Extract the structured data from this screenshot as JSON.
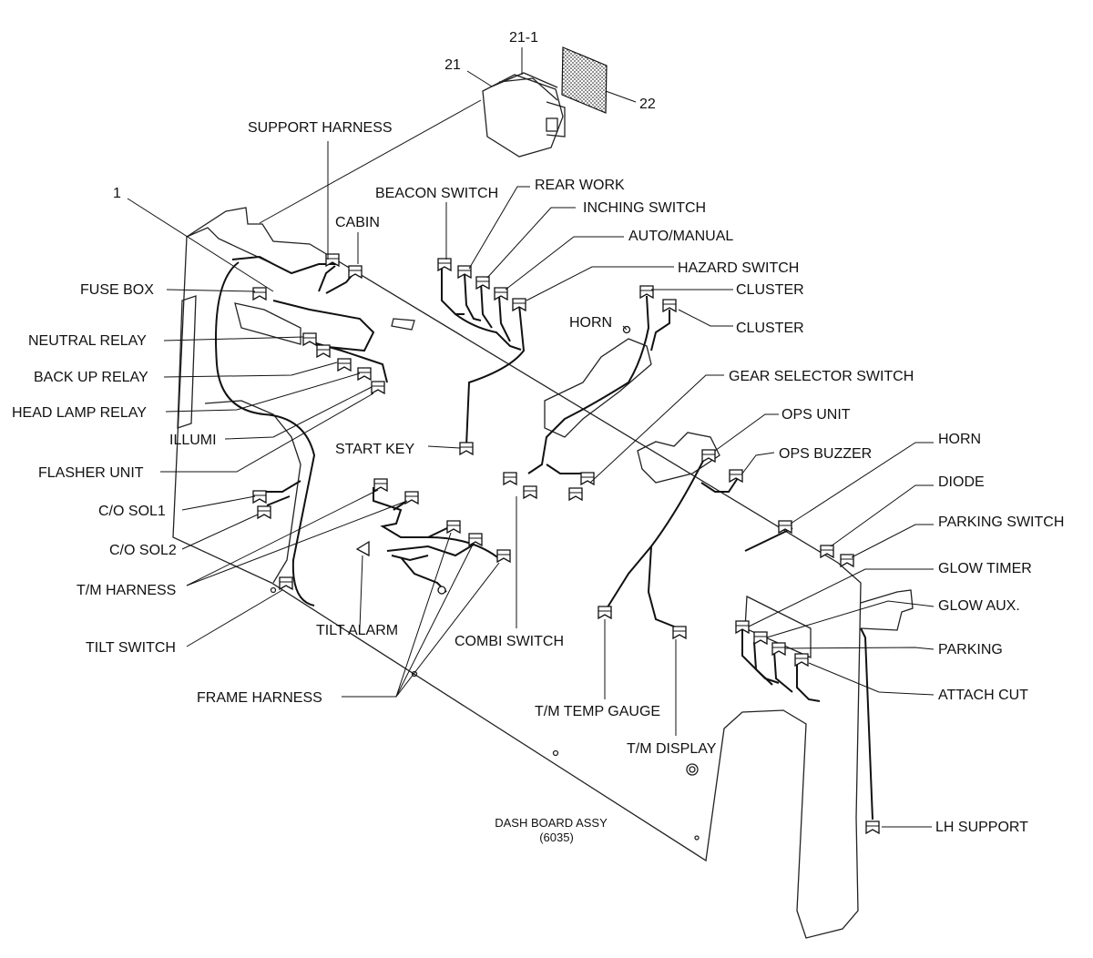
{
  "labels": {
    "part_21_1": "21-1",
    "part_21": "21",
    "part_22": "22",
    "part_1": "1",
    "support_harness": "SUPPORT HARNESS",
    "cabin": "CABIN",
    "beacon_switch": "BEACON SWITCH",
    "rear_work": "REAR WORK",
    "inching_switch": "INCHING SWITCH",
    "auto_manual": "AUTO/MANUAL",
    "hazard_switch": "HAZARD SWITCH",
    "cluster_1": "CLUSTER",
    "cluster_2": "CLUSTER",
    "horn_top": "HORN",
    "fuse_box": "FUSE BOX",
    "neutral_relay": "NEUTRAL RELAY",
    "back_up_relay": "BACK UP RELAY",
    "head_lamp_relay": "HEAD LAMP RELAY",
    "illumi": "ILLUMI",
    "flasher_unit": "FLASHER UNIT",
    "start_key": "START KEY",
    "gear_selector_switch": "GEAR SELECTOR SWITCH",
    "ops_unit": "OPS UNIT",
    "ops_buzzer": "OPS BUZZER",
    "horn_right": "HORN",
    "diode": "DIODE",
    "parking_switch": "PARKING SWITCH",
    "glow_timer": "GLOW TIMER",
    "glow_aux": "GLOW AUX.",
    "parking": "PARKING",
    "attach_cut": "ATTACH CUT",
    "co_sol1": "C/O SOL1",
    "co_sol2": "C/O SOL2",
    "tm_harness": "T/M HARNESS",
    "tilt_switch": "TILT SWITCH",
    "tilt_alarm": "TILT ALARM",
    "combi_switch": "COMBI SWITCH",
    "frame_harness": "FRAME HARNESS",
    "tm_temp_gauge": "T/M TEMP GAUGE",
    "tm_display": "T/M DISPLAY",
    "dash_board_assy": "DASH BOARD ASSY",
    "dash_board_code": "(6035)",
    "lh_support": "LH SUPPORT"
  }
}
